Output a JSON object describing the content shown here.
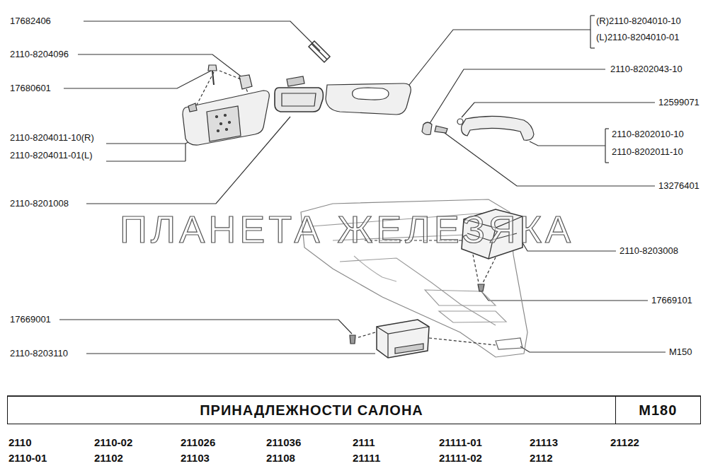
{
  "diagram": {
    "nodes": [
      {
        "text": [
          "ПРИНАДЛЕЖНОСТИ САЛОНА"
        ]
      },
      {
        "text": [
          "M180"
        ]
      }
    ],
    "labels": [
      "17682406",
      "2110-8204096",
      "17680601",
      "2110-8204011-10(R)",
      "2110-8204011-01(L)",
      "2110-8201008",
      "17669001",
      "2110-8203110",
      "(R)2110-8204010-10",
      "(L)2110-8204010-01",
      "2110-8202043-10",
      "12599071",
      "2110-8202010-10",
      "2110-8202011-10",
      "13276401",
      "2110-8203008",
      "17669101",
      "M150",
      "ПЛАНЕТА ЖЕЛЕЗЯКА",
      "2110",
      "2110-02",
      "211026",
      "211036",
      "2111",
      "21111-01",
      "21113",
      "21122",
      "2110-01",
      "21102",
      "21103",
      "21108",
      "21111",
      "21111-02",
      "2112"
    ]
  }
}
